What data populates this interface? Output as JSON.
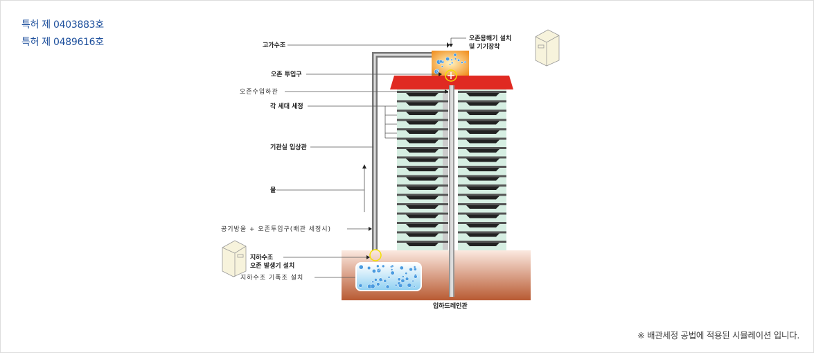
{
  "patents": [
    "특허 제 0403883호",
    "특허 제 0489616호"
  ],
  "footnote": "※  배관세정 공법에 적용된 시뮬레이션 입니다.",
  "diagram": {
    "labels": {
      "elevated_tank": "고가수조",
      "ozone_inlet": "오존 투입구",
      "ozone_down_pipe": "오존수입하관",
      "each_unit_cleaning": "각 세대  세정",
      "machine_room_riser": "기관실 입상관",
      "water": "물",
      "air_bubble_ozone": "공기방울 + 오존투입구(배관 세정시)",
      "underground_tank": "지하수조",
      "ozone_generator": "오존 발생기 설치",
      "aeration_tank": "지하수조 기폭조 설치",
      "drain_pipe": "입하드레인관",
      "dissolver_1": "오존용해기 설치",
      "dissolver_2": "및 기기장착"
    }
  }
}
